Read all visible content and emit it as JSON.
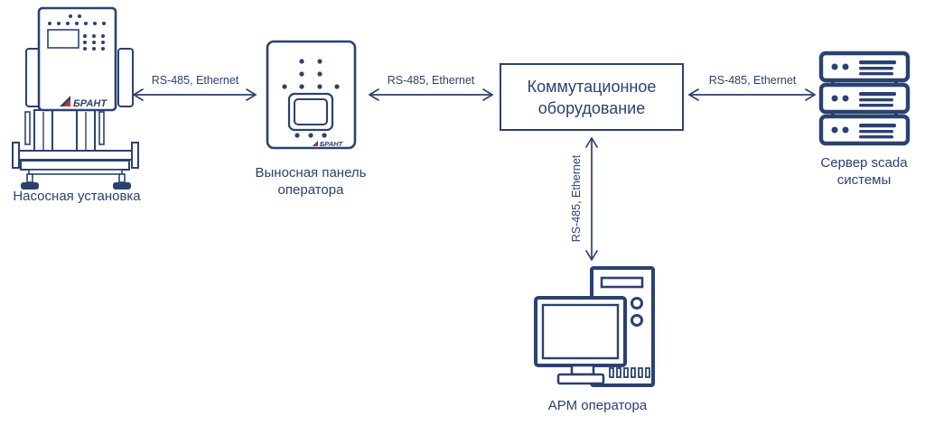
{
  "colors": {
    "primary": "#2b4170",
    "logo_red": "#c23a30",
    "background": "#ffffff"
  },
  "brand": {
    "name": "БРАНТ"
  },
  "nodes": {
    "pump": {
      "label": "Насосная установка",
      "icon": "pump-unit-icon"
    },
    "panel": {
      "label": [
        "Выносная панель",
        "оператора"
      ],
      "icon": "operator-panel-icon"
    },
    "switch": {
      "label": [
        "Коммутационное",
        "оборудование"
      ],
      "icon": "labeled-box"
    },
    "server": {
      "label": [
        "Сервер scada",
        "системы"
      ],
      "icon": "server-rack-icon"
    },
    "workstation": {
      "label": "АРМ оператора",
      "icon": "desktop-computer-icon"
    }
  },
  "connections": [
    {
      "from": "pump",
      "to": "panel",
      "label": "RS-485, Ethernet",
      "orientation": "horizontal"
    },
    {
      "from": "panel",
      "to": "switch",
      "label": "RS-485, Ethernet",
      "orientation": "horizontal"
    },
    {
      "from": "switch",
      "to": "server",
      "label": "RS-485, Ethernet",
      "orientation": "horizontal"
    },
    {
      "from": "switch",
      "to": "workstation",
      "label": "RS-485, Ethernet",
      "orientation": "vertical"
    }
  ]
}
